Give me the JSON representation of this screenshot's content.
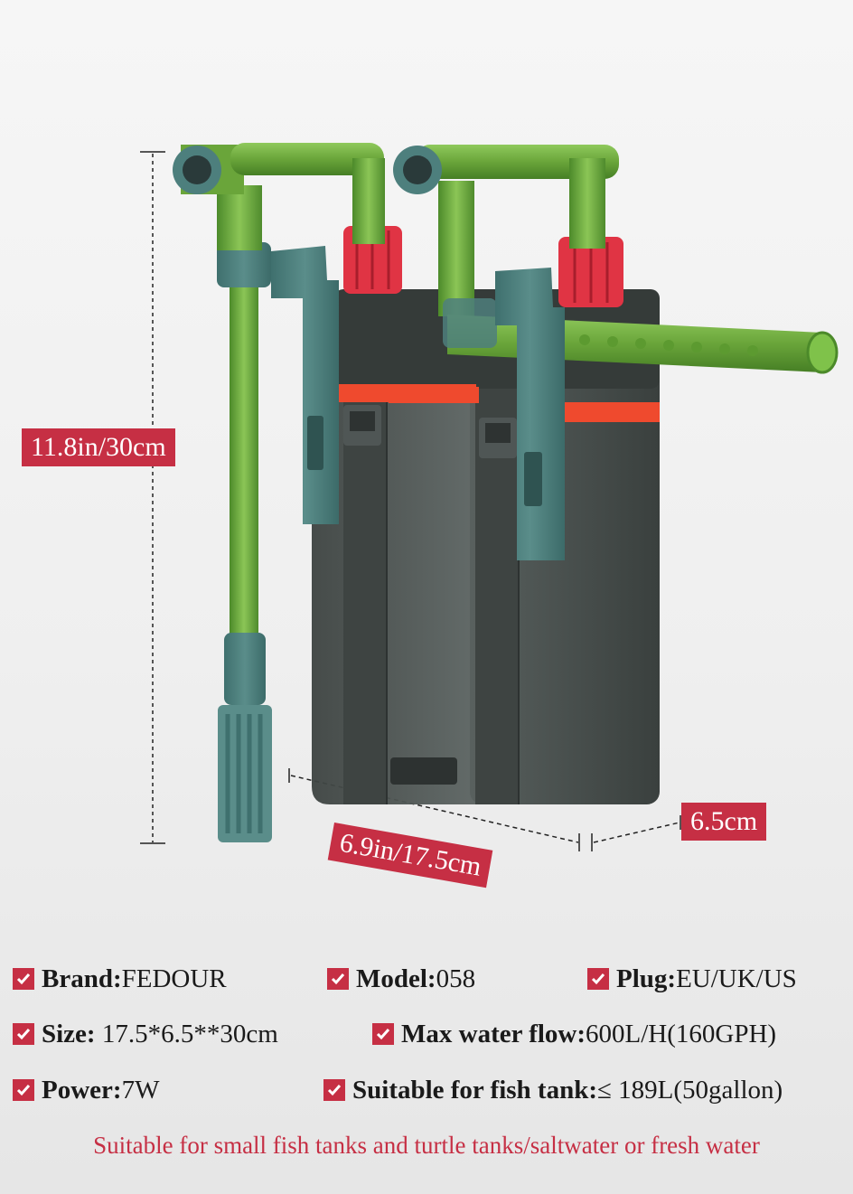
{
  "dimensions": {
    "height_label": "11.8in/30cm",
    "width_label": "6.9in/17.5cm",
    "depth_label": "6.5cm"
  },
  "specs": [
    {
      "label": "Brand:",
      "value": "FEDOUR"
    },
    {
      "label": "Model:",
      "value": "058"
    },
    {
      "label": "Plug:",
      "value": "EU/UK/US"
    },
    {
      "label": "Size:",
      "value": " 17.5*6.5**30cm"
    },
    {
      "label": "Max water flow:",
      "value": "600L/H(160GPH)"
    },
    {
      "label": "Power:",
      "value": "7W"
    },
    {
      "label": "Suitable for fish tank:",
      "value": "≤ 189L(50gallon)"
    }
  ],
  "footer": "Suitable for small fish tanks and turtle tanks/saltwater or fresh water",
  "icons": [
    "check-icon"
  ],
  "colors": {
    "accent": "#c62f44",
    "body": "#4e5554",
    "tube": "#6da53a",
    "clip": "#4d7f7d",
    "cap": "#e03444",
    "band": "#ef4a2e"
  }
}
